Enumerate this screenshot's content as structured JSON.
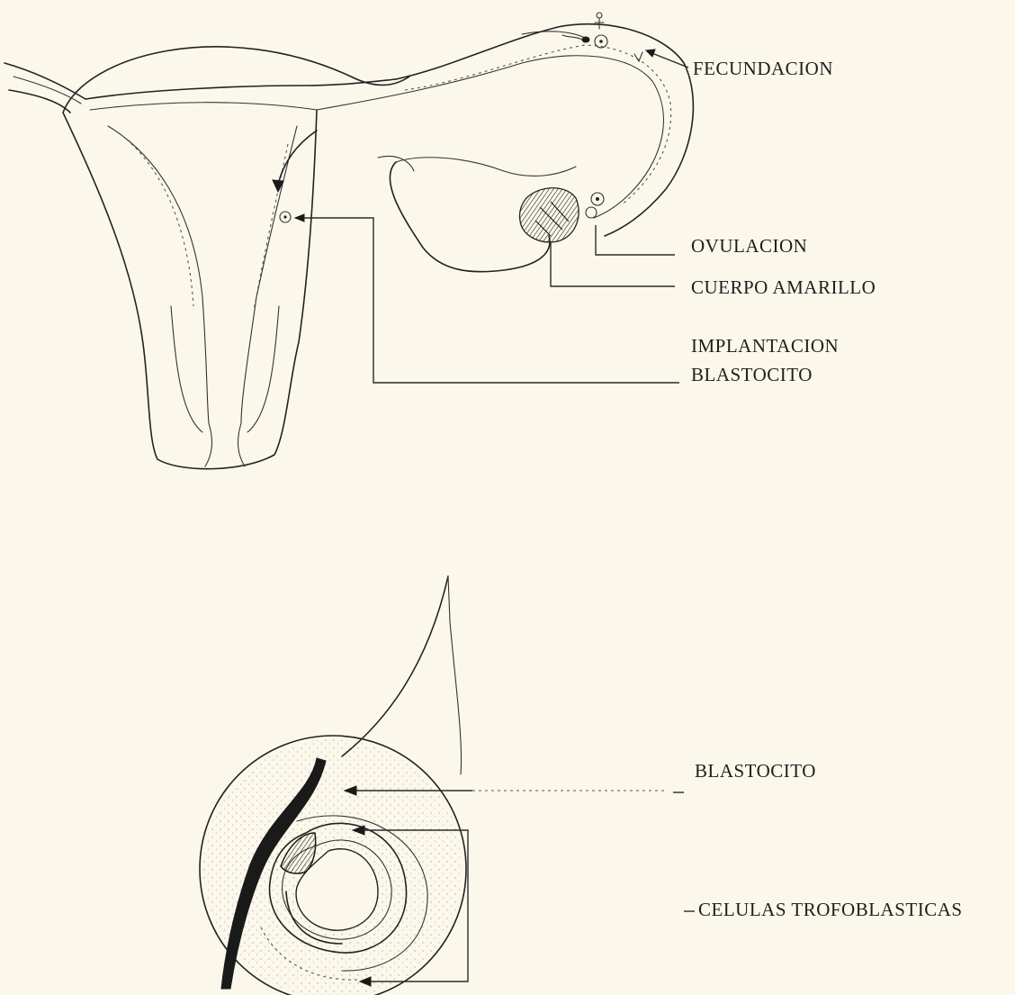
{
  "labels": {
    "fecundacion": "FECUNDACION",
    "ovulacion": "OVULACION",
    "cuerpo_amarillo": "CUERPO AMARILLO",
    "implantacion": "IMPLANTACION",
    "blastocito_top": "BLASTOCITO",
    "blastocito_bottom": "BLASTOCITO",
    "celulas": "CELULAS TROFOBLASTICAS"
  }
}
